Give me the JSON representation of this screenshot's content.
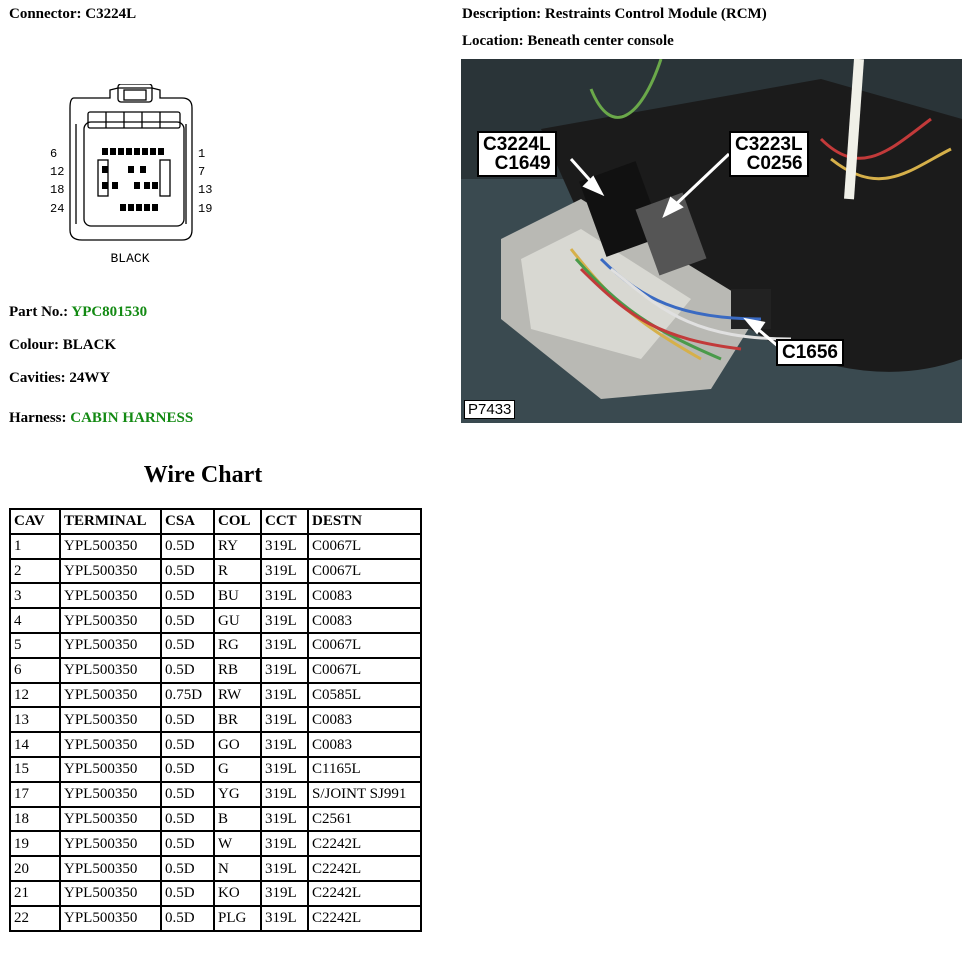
{
  "connector": {
    "label": "Connector:",
    "id": "C3224L",
    "diagram": {
      "pin_left": [
        "6",
        "12",
        "18",
        "24"
      ],
      "pin_right": [
        "1",
        "7",
        "13",
        "19"
      ],
      "color_label": "BLACK"
    }
  },
  "description": {
    "label": "Description:",
    "value": "Restraints Control Module (RCM)"
  },
  "location": {
    "label": "Location:",
    "value": "Beneath center console"
  },
  "photo": {
    "callouts": [
      {
        "lines": [
          "C3224L",
          "C1649"
        ]
      },
      {
        "lines": [
          "C3223L",
          "C0256"
        ]
      },
      {
        "lines": [
          "C1656"
        ]
      }
    ],
    "id": "P7433"
  },
  "part_no": {
    "label": "Part No.:",
    "value": "YPC801530"
  },
  "colour": {
    "label": "Colour:",
    "value": "BLACK"
  },
  "cavities": {
    "label": "Cavities:",
    "value": "24WY"
  },
  "harness": {
    "label": "Harness:",
    "value": "CABIN HARNESS"
  },
  "colors": {
    "link_green": "#138a13"
  },
  "wire_chart": {
    "title": "Wire Chart",
    "headers": [
      "CAV",
      "TERMINAL",
      "CSA",
      "COL",
      "CCT",
      "DESTN"
    ],
    "rows": [
      [
        "1",
        "YPL500350",
        "0.5D",
        "RY",
        "319L",
        "C0067L"
      ],
      [
        "2",
        "YPL500350",
        "0.5D",
        "R",
        "319L",
        "C0067L"
      ],
      [
        "3",
        "YPL500350",
        "0.5D",
        "BU",
        "319L",
        "C0083"
      ],
      [
        "4",
        "YPL500350",
        "0.5D",
        "GU",
        "319L",
        "C0083"
      ],
      [
        "5",
        "YPL500350",
        "0.5D",
        "RG",
        "319L",
        "C0067L"
      ],
      [
        "6",
        "YPL500350",
        "0.5D",
        "RB",
        "319L",
        "C0067L"
      ],
      [
        "12",
        "YPL500350",
        "0.75D",
        "RW",
        "319L",
        "C0585L"
      ],
      [
        "13",
        "YPL500350",
        "0.5D",
        "BR",
        "319L",
        "C0083"
      ],
      [
        "14",
        "YPL500350",
        "0.5D",
        "GO",
        "319L",
        "C0083"
      ],
      [
        "15",
        "YPL500350",
        "0.5D",
        "G",
        "319L",
        "C1165L"
      ],
      [
        "17",
        "YPL500350",
        "0.5D",
        "YG",
        "319L",
        "S/JOINT SJ991"
      ],
      [
        "18",
        "YPL500350",
        "0.5D",
        "B",
        "319L",
        "C2561"
      ],
      [
        "19",
        "YPL500350",
        "0.5D",
        "W",
        "319L",
        "C2242L"
      ],
      [
        "20",
        "YPL500350",
        "0.5D",
        "N",
        "319L",
        "C2242L"
      ],
      [
        "21",
        "YPL500350",
        "0.5D",
        "KO",
        "319L",
        "C2242L"
      ],
      [
        "22",
        "YPL500350",
        "0.5D",
        "PLG",
        "319L",
        "C2242L"
      ]
    ]
  }
}
